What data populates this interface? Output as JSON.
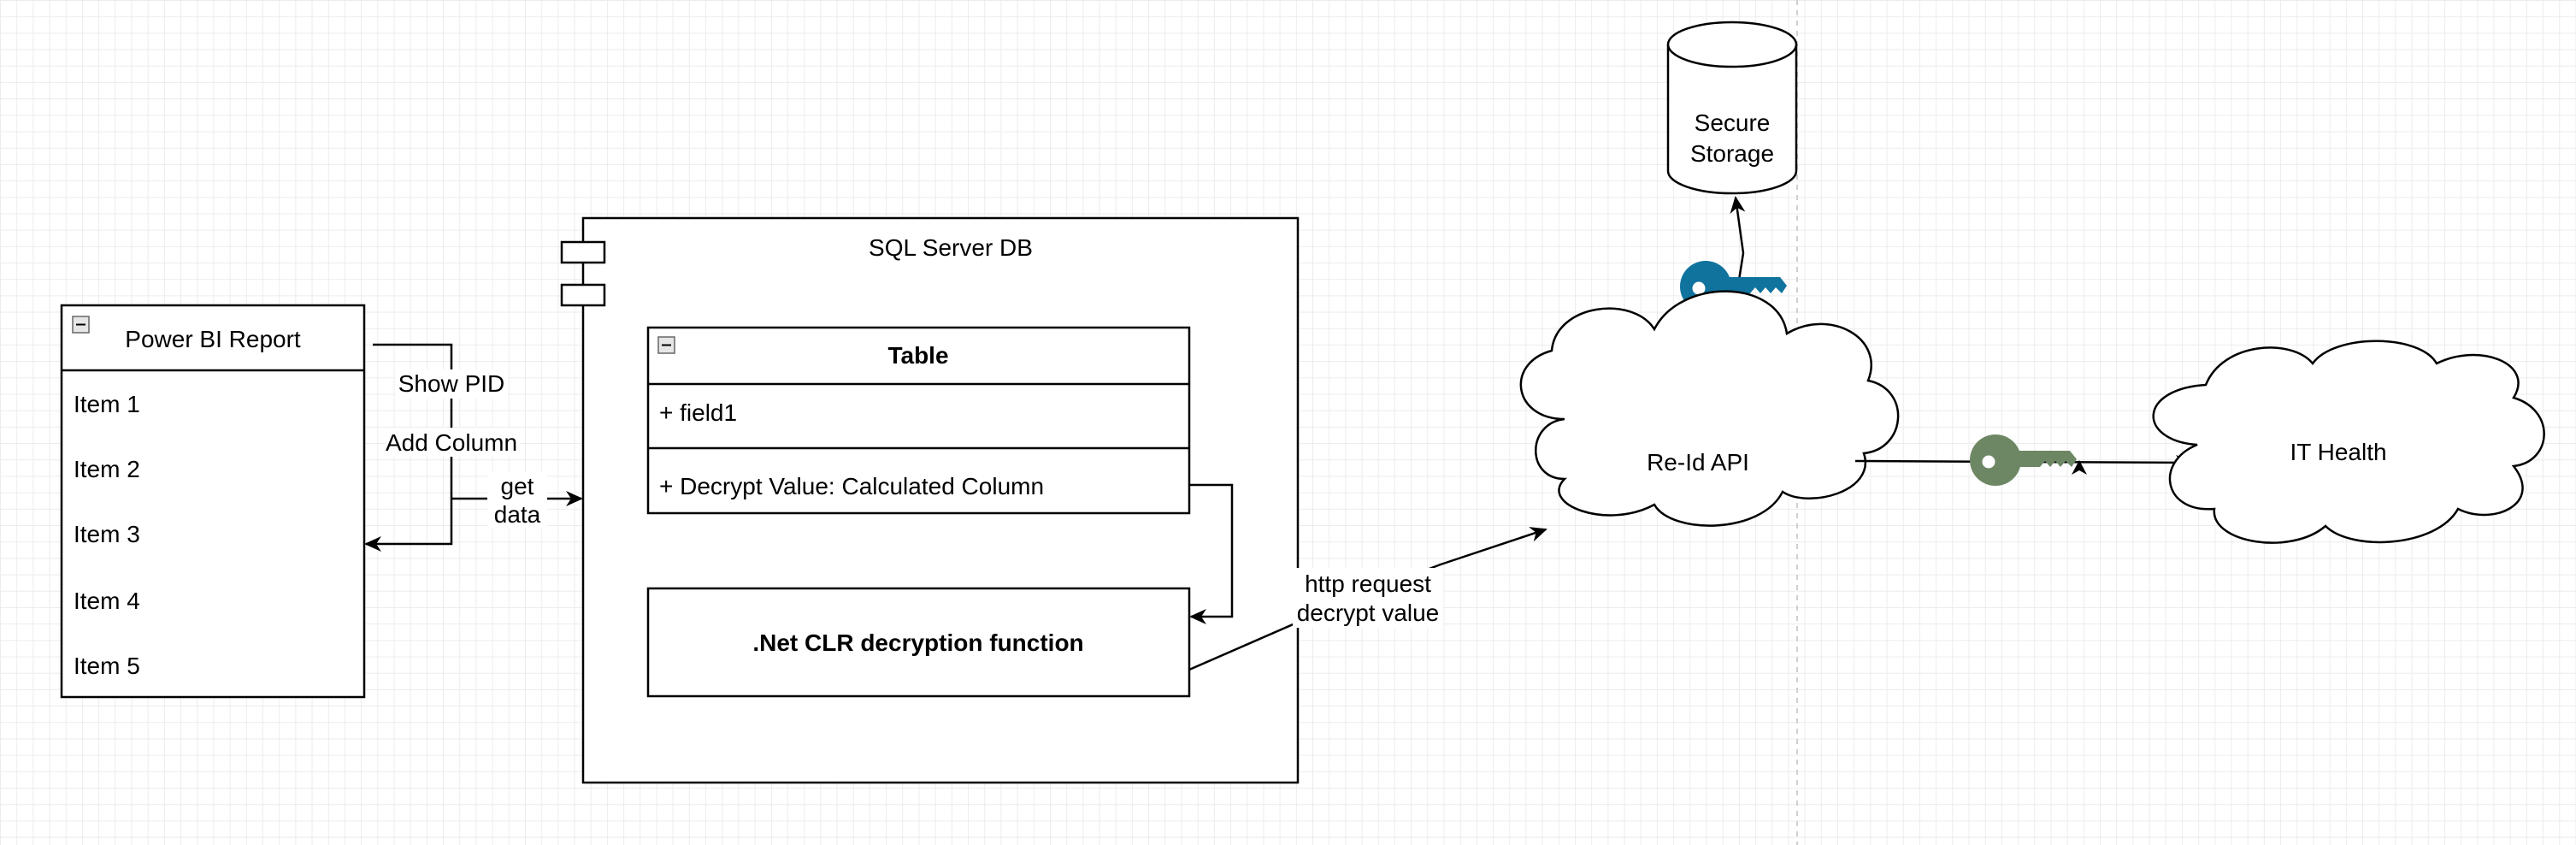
{
  "power_bi": {
    "title": "Power BI Report",
    "items": [
      "Item 1",
      "Item 2",
      "Item 3",
      "Item 4",
      "Item 5"
    ]
  },
  "sql_server": {
    "title": "SQL Server DB",
    "table": {
      "title": "Table",
      "field": "+ field1",
      "method": "+ Decrypt Value: Calculated Column"
    },
    "clr_function": ".Net CLR decryption function"
  },
  "secure_storage": {
    "line1": "Secure",
    "line2": "Storage"
  },
  "reid_api": {
    "label": "Re-Id API"
  },
  "it_health": {
    "label": "IT Health"
  },
  "edges": {
    "show_pid": "Show PID",
    "add_column": "Add Column",
    "get_data_line1": "get",
    "get_data_line2": "data",
    "http_line1": "http request",
    "http_line2": "decrypt value"
  },
  "colors": {
    "key_blue": "#10739e",
    "key_green": "#6d8764"
  },
  "icons": {
    "collapse": "collapse-minus-icon",
    "component": "uml-component-icon",
    "database": "database-cylinder-icon",
    "cloud": "cloud-shape",
    "key": "key-icon"
  }
}
